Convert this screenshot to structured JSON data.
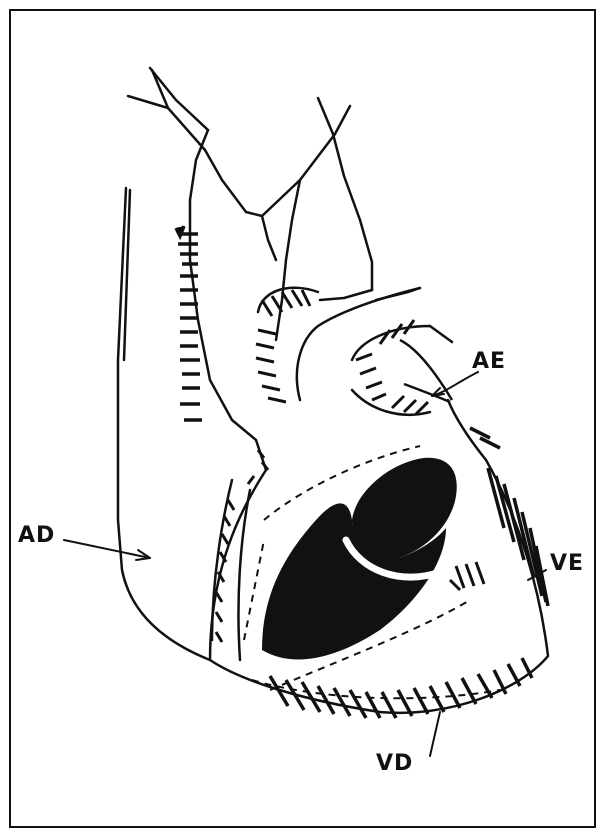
{
  "figure": {
    "labels": {
      "ad": "AD",
      "ae": "AE",
      "ve": "VE",
      "vd": "VD"
    },
    "ink_color": "#111111",
    "background_color": "#ffffff"
  }
}
